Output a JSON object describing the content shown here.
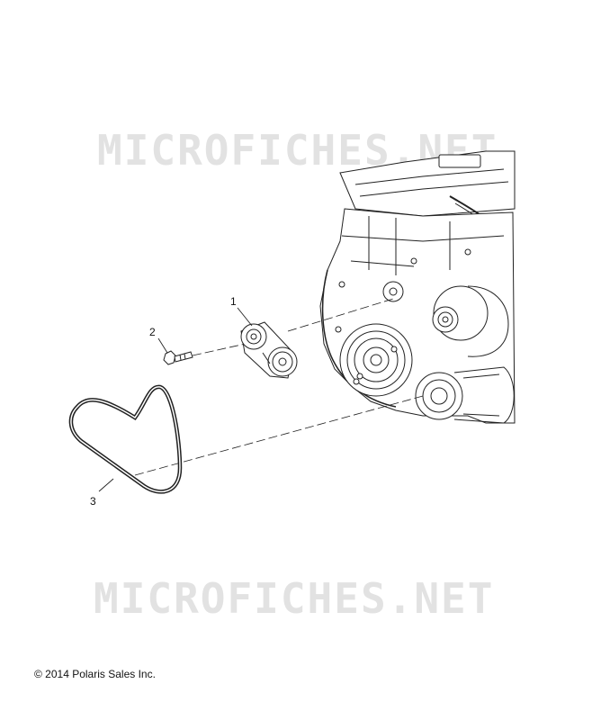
{
  "watermark": {
    "text_top": "MICROFICHES.NET",
    "text_bottom": "MICROFICHES.NET"
  },
  "callouts": {
    "item1": "1",
    "item2": "2",
    "item3": "3"
  },
  "parts": [
    {
      "ref": "1",
      "icon": "belt-tensioner-icon"
    },
    {
      "ref": "2",
      "icon": "bolt-icon"
    },
    {
      "ref": "3",
      "icon": "drive-belt-icon"
    }
  ],
  "footer": {
    "copyright": "© 2014 Polaris Sales Inc."
  },
  "colors": {
    "line": "#222222",
    "watermark": "#e2e2e2",
    "background": "#ffffff"
  }
}
